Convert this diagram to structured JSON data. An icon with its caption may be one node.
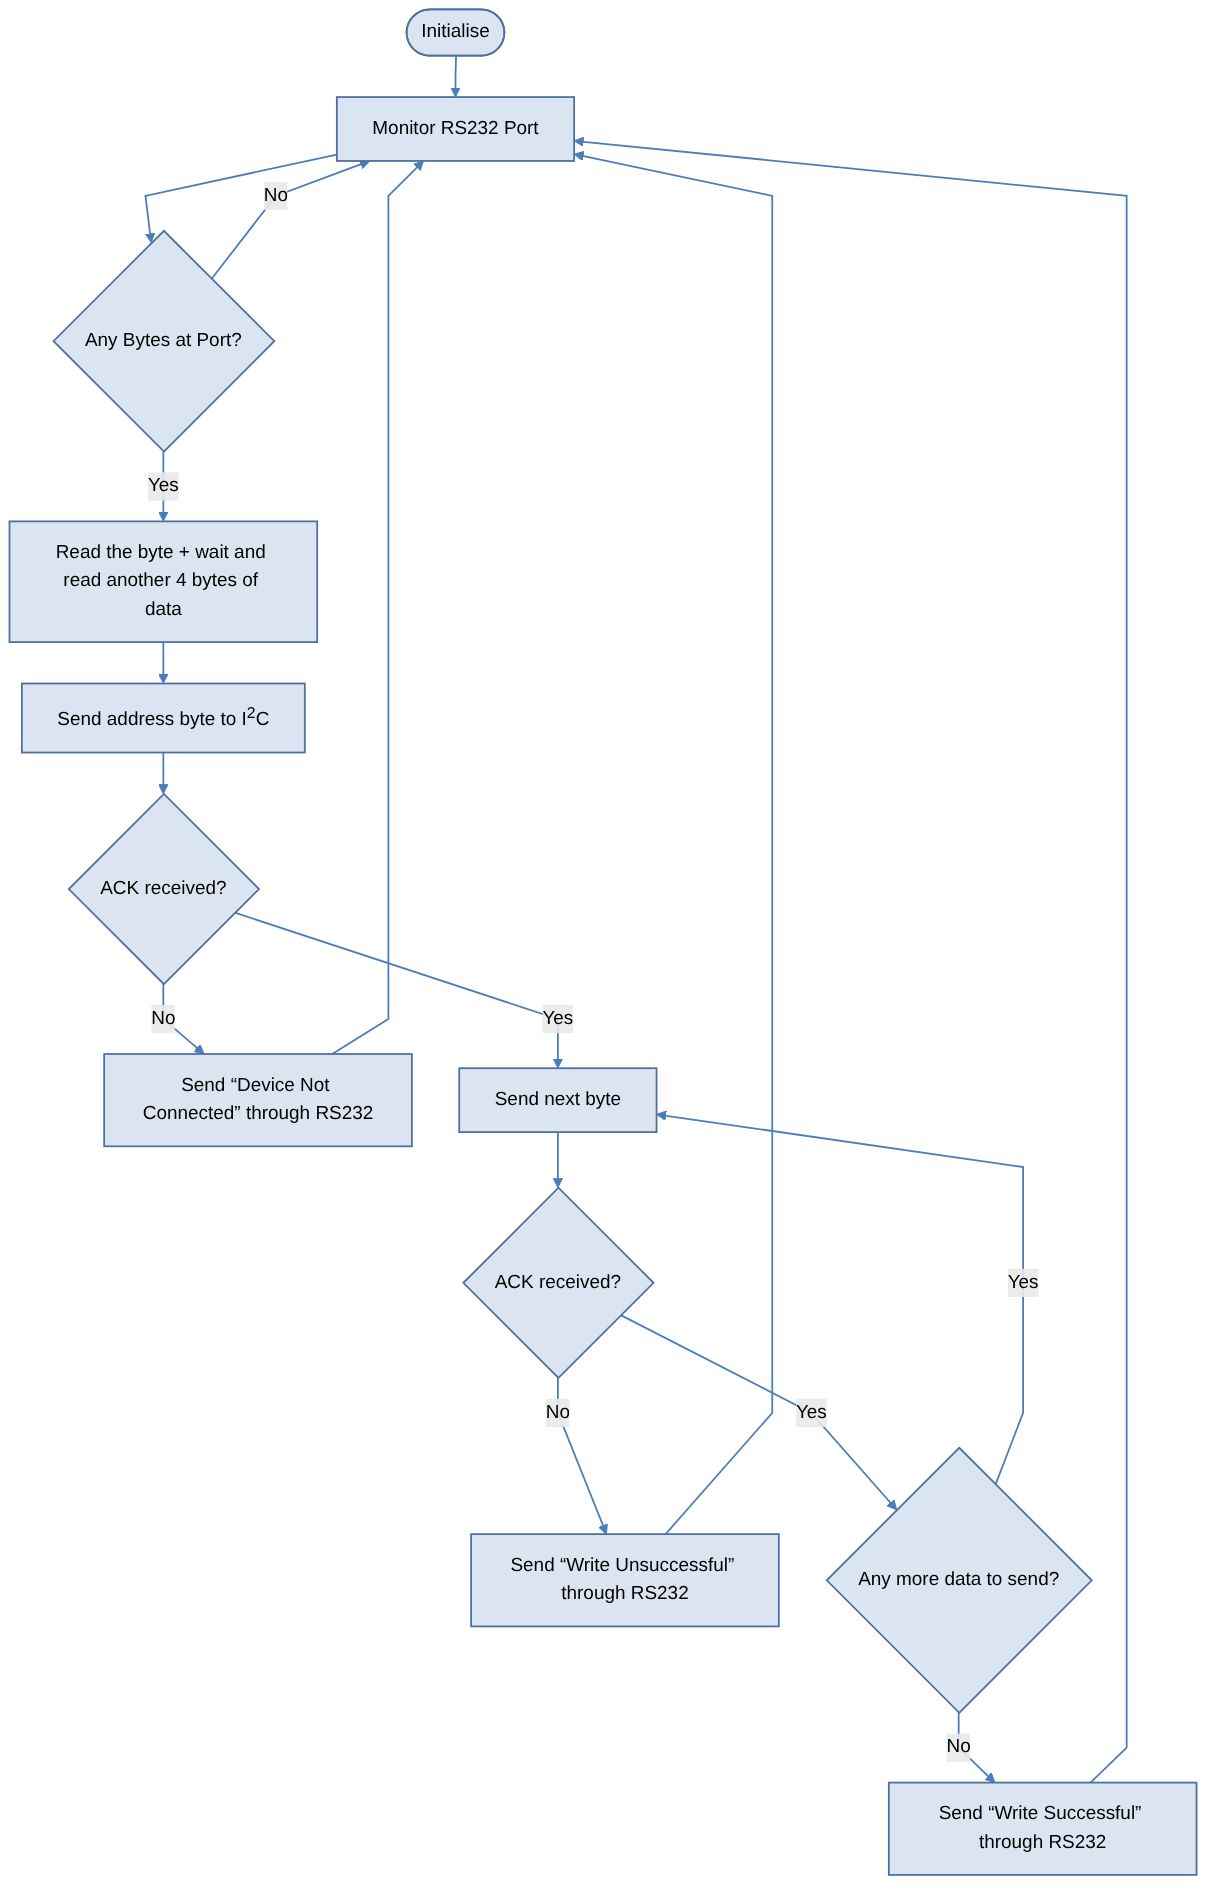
{
  "diagram": {
    "nodes": [
      {
        "text": [
          "Initialise"
        ]
      },
      {
        "text": [
          "Monitor RS232 Port"
        ]
      },
      {
        "text": [
          "Any Bytes at Port?"
        ]
      },
      {
        "text": [
          "Read the byte + wait and read another 4 bytes of data"
        ]
      },
      {
        "text": [
          "Send address byte to I$^{2}$C"
        ]
      },
      {
        "text": [
          "ACK received?"
        ]
      },
      {
        "text": [
          "Send “Device Not Connected” through RS232"
        ]
      },
      {
        "text": [
          "Send next byte"
        ]
      },
      {
        "text": [
          "ACK received?"
        ]
      },
      {
        "text": [
          "Send “Write Unsuccessful” through RS232"
        ]
      },
      {
        "text": [
          "Any more data to send?"
        ]
      },
      {
        "text": [
          "Send “Write Successful” through RS232"
        ]
      }
    ],
    "edges": [
      {
        "from": 0,
        "to": 1,
        "arrow": "to"
      },
      {
        "from": 1,
        "to": 2,
        "arrow": "to"
      },
      {
        "from": 2,
        "to": 1,
        "arrow": "to",
        "label": "No"
      },
      {
        "from": 2,
        "to": 3,
        "arrow": "to",
        "label": "Yes"
      },
      {
        "from": 3,
        "to": 4,
        "arrow": "to"
      },
      {
        "from": 4,
        "to": 5,
        "arrow": "to"
      },
      {
        "from": 5,
        "to": 6,
        "arrow": "to",
        "label": "No"
      },
      {
        "from": 6,
        "to": 1,
        "arrow": "to"
      },
      {
        "from": 5,
        "to": 7,
        "arrow": "to",
        "label": "Yes"
      },
      {
        "from": 7,
        "to": 8,
        "arrow": "to"
      },
      {
        "from": 8,
        "to": 9,
        "arrow": "to",
        "label": "No"
      },
      {
        "from": 9,
        "to": 1,
        "arrow": "to"
      },
      {
        "from": 8,
        "to": 10,
        "arrow": "to",
        "label": "Yes"
      },
      {
        "from": 10,
        "to": 11,
        "arrow": "to",
        "label": "No"
      },
      {
        "from": 11,
        "to": 1,
        "arrow": "to"
      },
      {
        "from": 10,
        "to": 7,
        "arrow": "to",
        "label": "Yes"
      }
    ]
  }
}
